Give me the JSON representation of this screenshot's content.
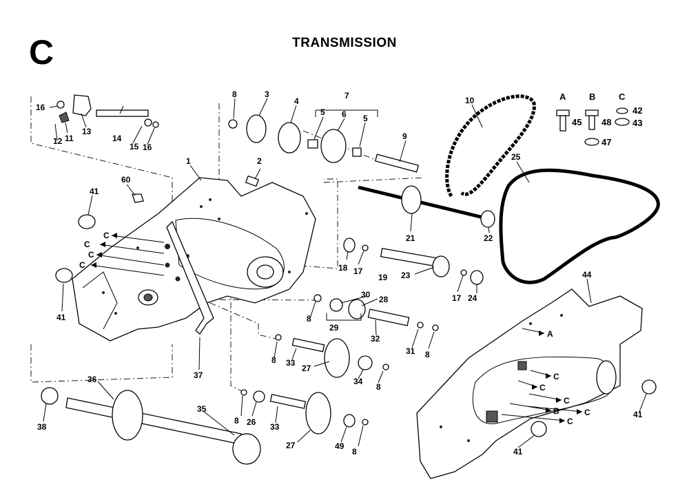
{
  "section_letter": "C",
  "title": "TRANSMISSION",
  "hardware_key": {
    "columns": [
      "A",
      "B",
      "C"
    ],
    "items": [
      "45",
      "48",
      "42",
      "43",
      "47"
    ]
  },
  "part_labels": [
    "1",
    "2",
    "3",
    "4",
    "5",
    "5",
    "6",
    "7",
    "8",
    "8",
    "8",
    "8",
    "8",
    "8",
    "9",
    "10",
    "11",
    "12",
    "13",
    "14",
    "15",
    "16",
    "16",
    "17",
    "17",
    "18",
    "19",
    "21",
    "22",
    "23",
    "24",
    "25",
    "26",
    "27",
    "27",
    "28",
    "29",
    "30",
    "31",
    "32",
    "33",
    "33",
    "34",
    "35",
    "36",
    "37",
    "38",
    "41",
    "41",
    "41",
    "41",
    "44",
    "49",
    "60"
  ],
  "arrow_labels": [
    "C",
    "C",
    "C",
    "C",
    "A",
    "C",
    "C",
    "C",
    "B",
    "C",
    "C"
  ]
}
